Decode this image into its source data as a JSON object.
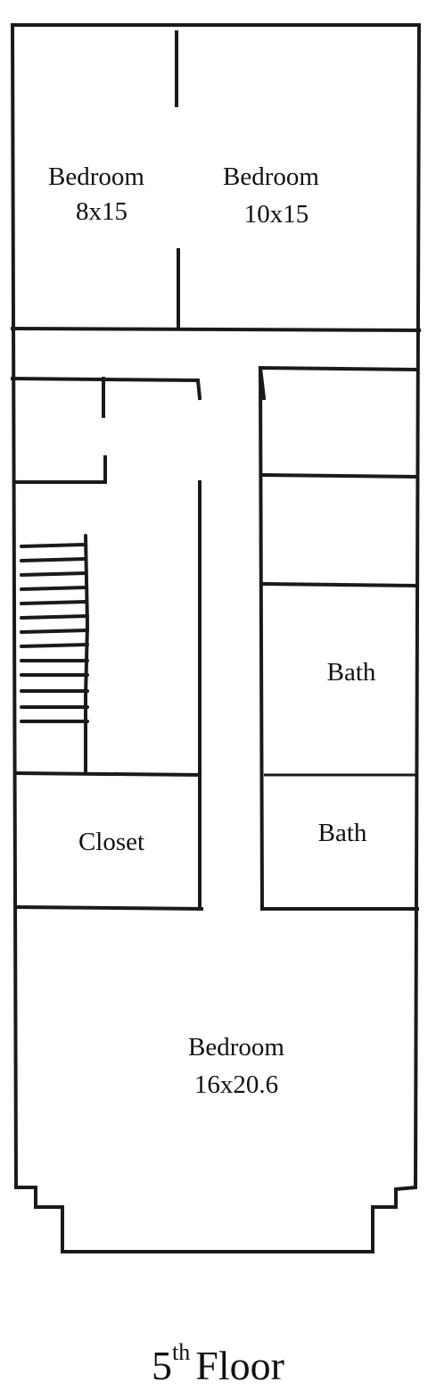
{
  "rooms": {
    "bedroom_small": {
      "name": "Bedroom",
      "size": "8x15"
    },
    "bedroom_medium": {
      "name": "Bedroom",
      "size": "10x15"
    },
    "bath_upper": {
      "name": "Bath"
    },
    "bath_lower": {
      "name": "Bath"
    },
    "closet": {
      "name": "Closet"
    },
    "bedroom_large": {
      "name": "Bedroom",
      "size": "16x20.6"
    }
  },
  "caption": {
    "number": "5",
    "suffix": "th",
    "word": "Floor"
  }
}
